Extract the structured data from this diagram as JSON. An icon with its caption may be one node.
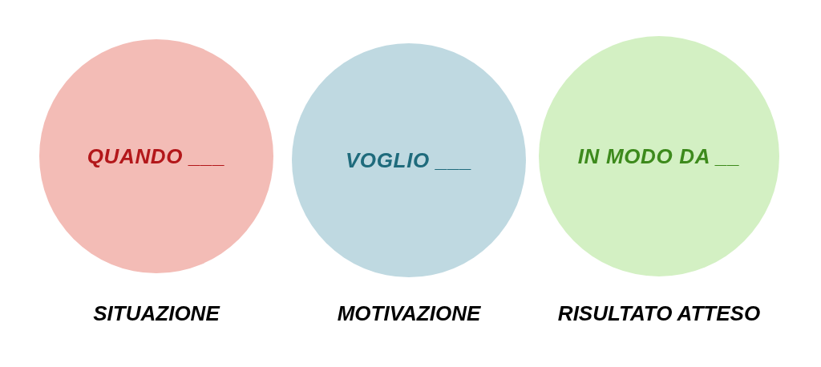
{
  "diagram": {
    "nodes": [
      {
        "text": [
          "QUANDO ___"
        ],
        "beside": [
          "SITUAZIONE"
        ]
      },
      {
        "text": [
          "VOGLIO ___"
        ],
        "beside": [
          "MOTIVAZIONE"
        ]
      },
      {
        "text": [
          "IN MODO DA __"
        ],
        "beside": [
          "RISULTATO ATTESO"
        ]
      }
    ]
  }
}
